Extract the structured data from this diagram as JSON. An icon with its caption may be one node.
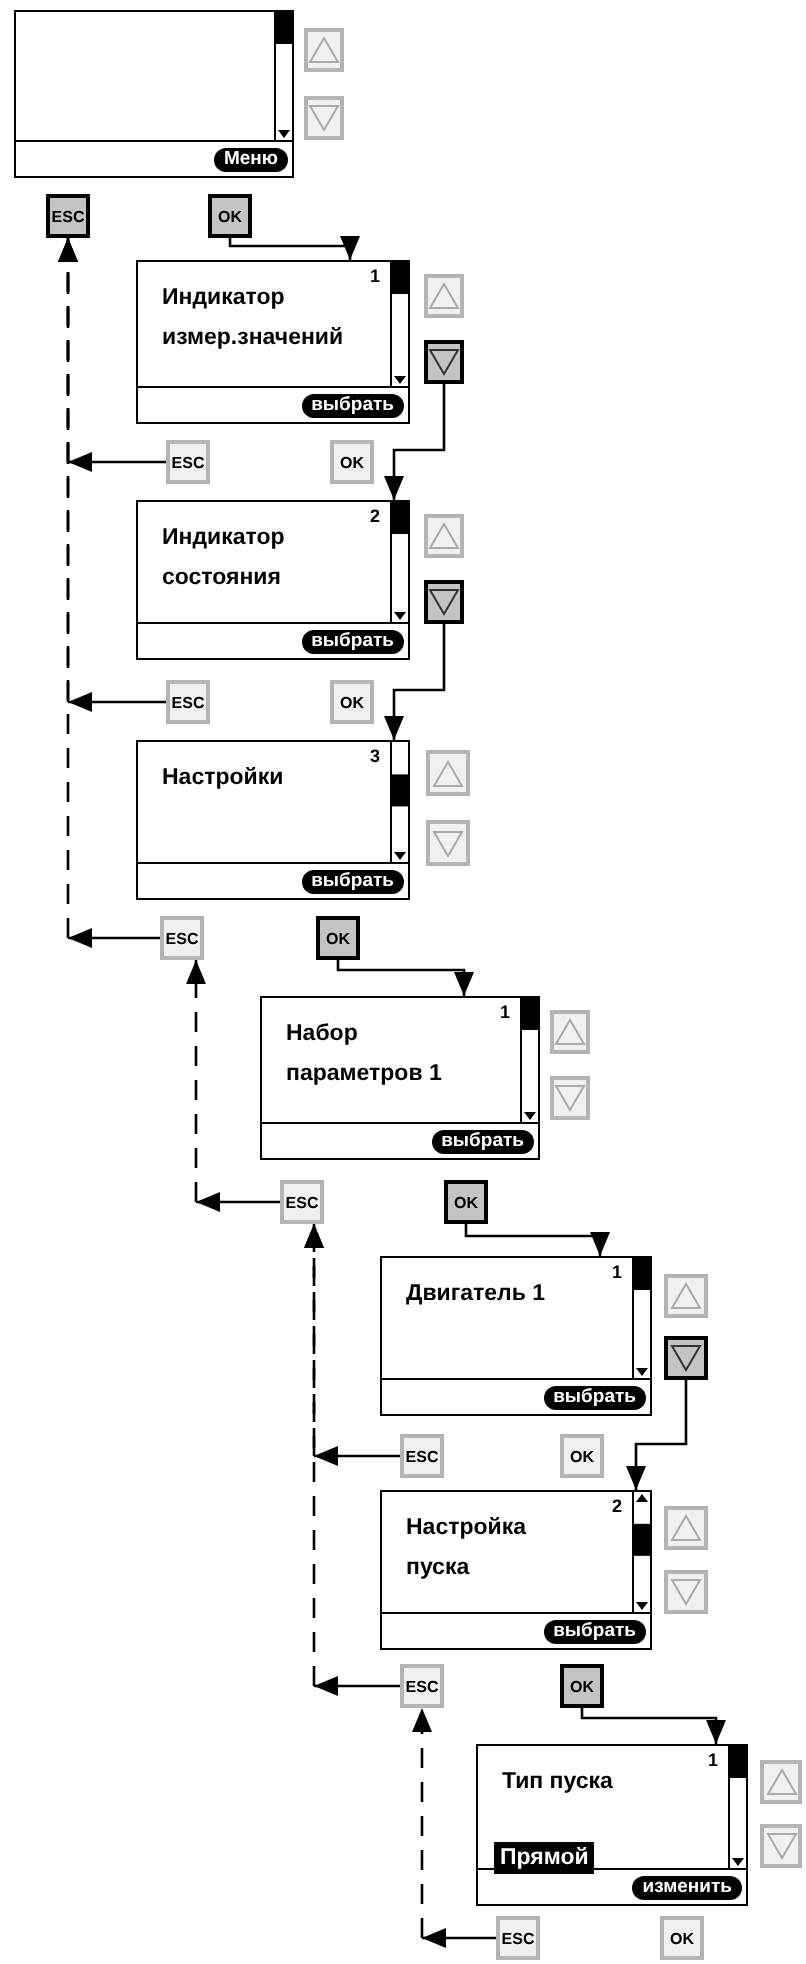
{
  "diagram": {
    "nodes": [
      {
        "text": [
          "Меню"
        ]
      },
      {
        "text": [],
        "shape": "box"
      },
      {
        "text": [],
        "shape": "box"
      },
      {
        "text": [
          "ESC"
        ]
      },
      {
        "text": [
          "OK"
        ]
      },
      {
        "text": [
          "Индикатор измер.значений",
          "1",
          "выбрать"
        ]
      },
      {
        "text": [],
        "shape": "box"
      },
      {
        "text": [],
        "shape": "box"
      },
      {
        "text": [
          "ESC"
        ]
      },
      {
        "text": [
          "OK"
        ]
      },
      {
        "text": [
          "Индикатор состояния",
          "2",
          "выбрать"
        ]
      },
      {
        "text": [],
        "shape": "box"
      },
      {
        "text": [],
        "shape": "box"
      },
      {
        "text": [
          "ESC"
        ]
      },
      {
        "text": [
          "OK"
        ]
      },
      {
        "text": [
          "Настройки",
          "3",
          "выбрать"
        ]
      },
      {
        "text": [],
        "shape": "box"
      },
      {
        "text": [],
        "shape": "box"
      },
      {
        "text": [
          "ESC"
        ]
      },
      {
        "text": [
          "OK"
        ]
      },
      {
        "text": [
          "Набор параметров 1",
          "1",
          "выбрать"
        ]
      },
      {
        "text": [],
        "shape": "box"
      },
      {
        "text": [],
        "shape": "box"
      },
      {
        "text": [
          "ESC"
        ]
      },
      {
        "text": [
          "OK"
        ]
      },
      {
        "text": [
          "Двигатель 1",
          "1",
          "выбрать"
        ]
      },
      {
        "text": [],
        "shape": "box"
      },
      {
        "text": [],
        "shape": "box"
      },
      {
        "text": [
          "ESC"
        ]
      },
      {
        "text": [
          "OK"
        ]
      },
      {
        "text": [
          "Настройка пуска",
          "2",
          "выбрать"
        ]
      },
      {
        "text": [],
        "shape": "box"
      },
      {
        "text": [],
        "shape": "box"
      },
      {
        "text": [
          "ESC"
        ]
      },
      {
        "text": [
          "OK"
        ]
      },
      {
        "text": [
          "Тип пуска",
          "1",
          "Прямой",
          "изменить"
        ]
      },
      {
        "text": [],
        "shape": "box"
      },
      {
        "text": [],
        "shape": "box"
      },
      {
        "text": [
          "ESC"
        ]
      },
      {
        "text": [
          "OK"
        ]
      }
    ],
    "edges": [
      {
        "from": 4,
        "to": 5,
        "arrow": "to"
      },
      {
        "from": 7,
        "to": 10,
        "arrow": "to"
      },
      {
        "from": 12,
        "to": 15,
        "arrow": "to"
      },
      {
        "from": 19,
        "to": 20,
        "arrow": "to"
      },
      {
        "from": 24,
        "to": 25,
        "arrow": "to"
      },
      {
        "from": 27,
        "to": 30,
        "arrow": "to"
      },
      {
        "from": 34,
        "to": 35,
        "arrow": "to"
      },
      {
        "from": 8,
        "to": 3,
        "arrow": "to",
        "style": "dashed"
      },
      {
        "from": 13,
        "to": 3,
        "arrow": "to",
        "style": "dashed"
      },
      {
        "from": 18,
        "to": 3,
        "arrow": "to",
        "style": "dashed"
      },
      {
        "from": 23,
        "to": 18,
        "arrow": "to",
        "style": "dashed"
      },
      {
        "from": 28,
        "to": 23,
        "arrow": "to",
        "style": "dashed"
      },
      {
        "from": 33,
        "to": 23,
        "arrow": "to",
        "style": "dashed"
      },
      {
        "from": 38,
        "to": 33,
        "arrow": "to",
        "style": "dashed"
      }
    ]
  }
}
